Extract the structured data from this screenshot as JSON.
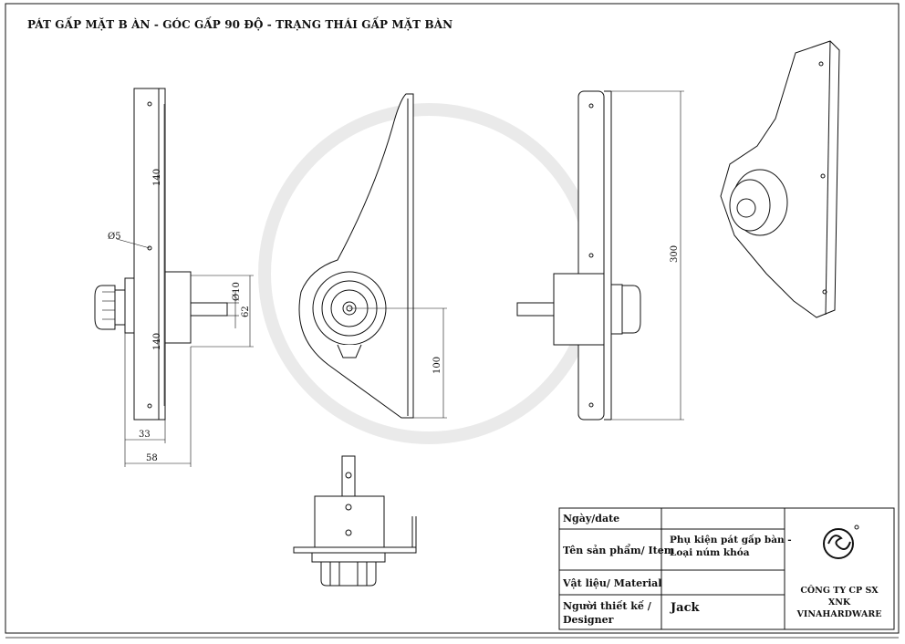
{
  "drawing": {
    "title": "PÁT GẤP MẶT B ÀN - GÓC GẤP 90 ĐỘ - TRẠNG THÁI GẤP MẶT BÀN",
    "dimensions": {
      "d140_top": "140",
      "d140_bottom": "140",
      "phi5": "Ø5",
      "phi10": "Ø10",
      "d62": "62",
      "d33": "33",
      "d58": "58",
      "d100": "100",
      "d300": "300"
    }
  },
  "title_block": {
    "date_label": "Ngày/date",
    "date_value": "",
    "product_label": "Tên sản phẩm/ Item",
    "product_value_line1": "Phụ kiện pát gấp bàn -",
    "product_value_line2": "Loại núm khóa",
    "material_label": "Vật liệu/ Material",
    "material_value": "",
    "designer_label_line1": "Người thiết kế /",
    "designer_label_line2": "Designer",
    "designer_value": "Jack",
    "company_line1": "CÔNG TY CP SX",
    "company_line2": "XNK VINAHARDWARE",
    "logo_icon": "vinahardware-logo-icon"
  }
}
